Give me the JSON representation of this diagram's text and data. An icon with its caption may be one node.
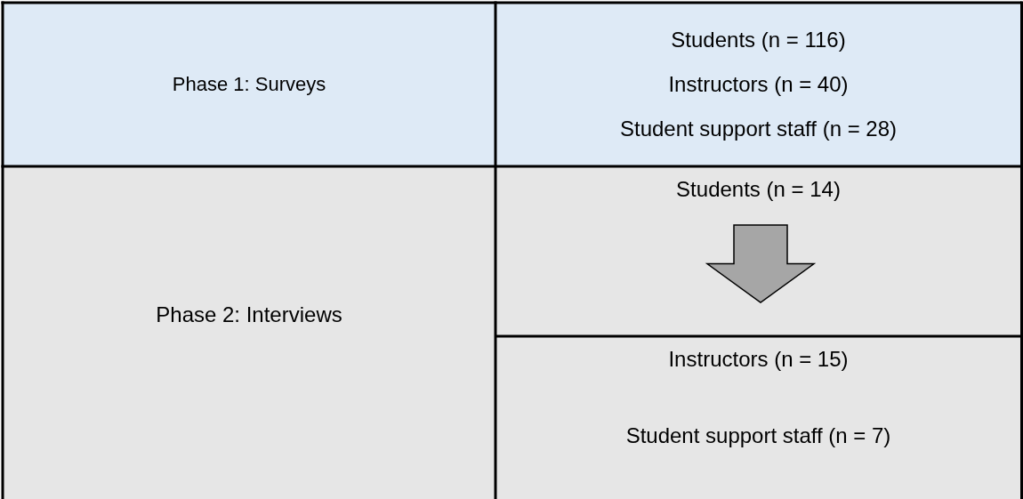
{
  "diagram": {
    "nodes": [
      {
        "text": [
          "Phase 1: Surveys"
        ]
      },
      {
        "text": [
          "Students (n = 116)",
          "Instructors (n = 40)",
          "Student support staff (n = 28)"
        ]
      },
      {
        "text": [
          "Phase 2: Interviews"
        ]
      },
      {
        "text": [
          "Students (n = 14)"
        ]
      },
      {
        "text": [
          "Instructors (n = 15)",
          "Student support staff (n = 7)"
        ]
      }
    ],
    "edges": [
      {
        "from": 3,
        "to": 4,
        "arrow": "to"
      }
    ]
  }
}
